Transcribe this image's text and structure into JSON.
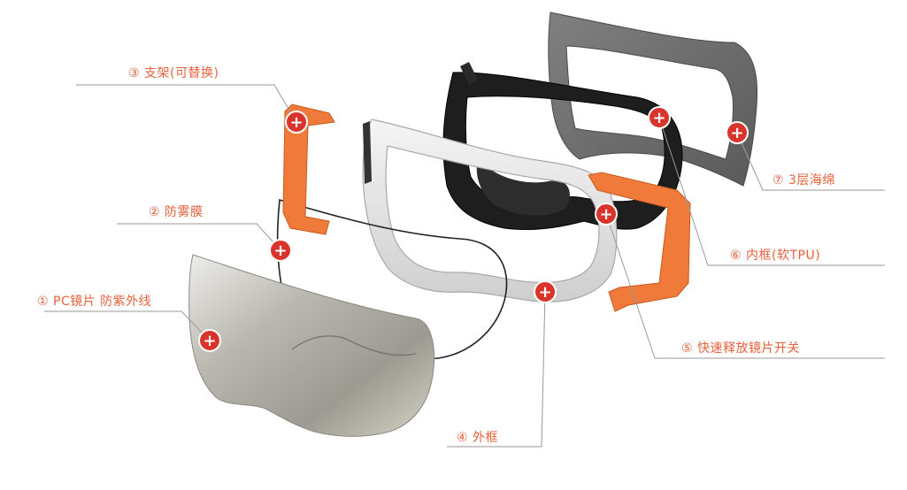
{
  "colors": {
    "accent": "#e8613a",
    "hotspot": "#d9342b",
    "leader_line": "#9a9a9a",
    "foam": "#6e6e6e",
    "inner_frame": "#1e1e1e",
    "outer_frame": "#e6e6e6",
    "lens": "#b8b5ad",
    "bracket": "#f07a3a"
  },
  "hotspot_symbol": "+",
  "callouts": [
    {
      "id": "bracket",
      "text": "③ 支架(可替换)"
    },
    {
      "id": "anti_fog",
      "text": "② 防雾膜"
    },
    {
      "id": "pc_lens",
      "text": "① PC镜片 防紫外线"
    },
    {
      "id": "outer_frame",
      "text": "④ 外框"
    },
    {
      "id": "quick_release",
      "text": "⑤ 快速释放镜片开关"
    },
    {
      "id": "inner_frame",
      "text": "⑥ 内框(软TPU)"
    },
    {
      "id": "foam",
      "text": "⑦ 3层海绵"
    }
  ]
}
